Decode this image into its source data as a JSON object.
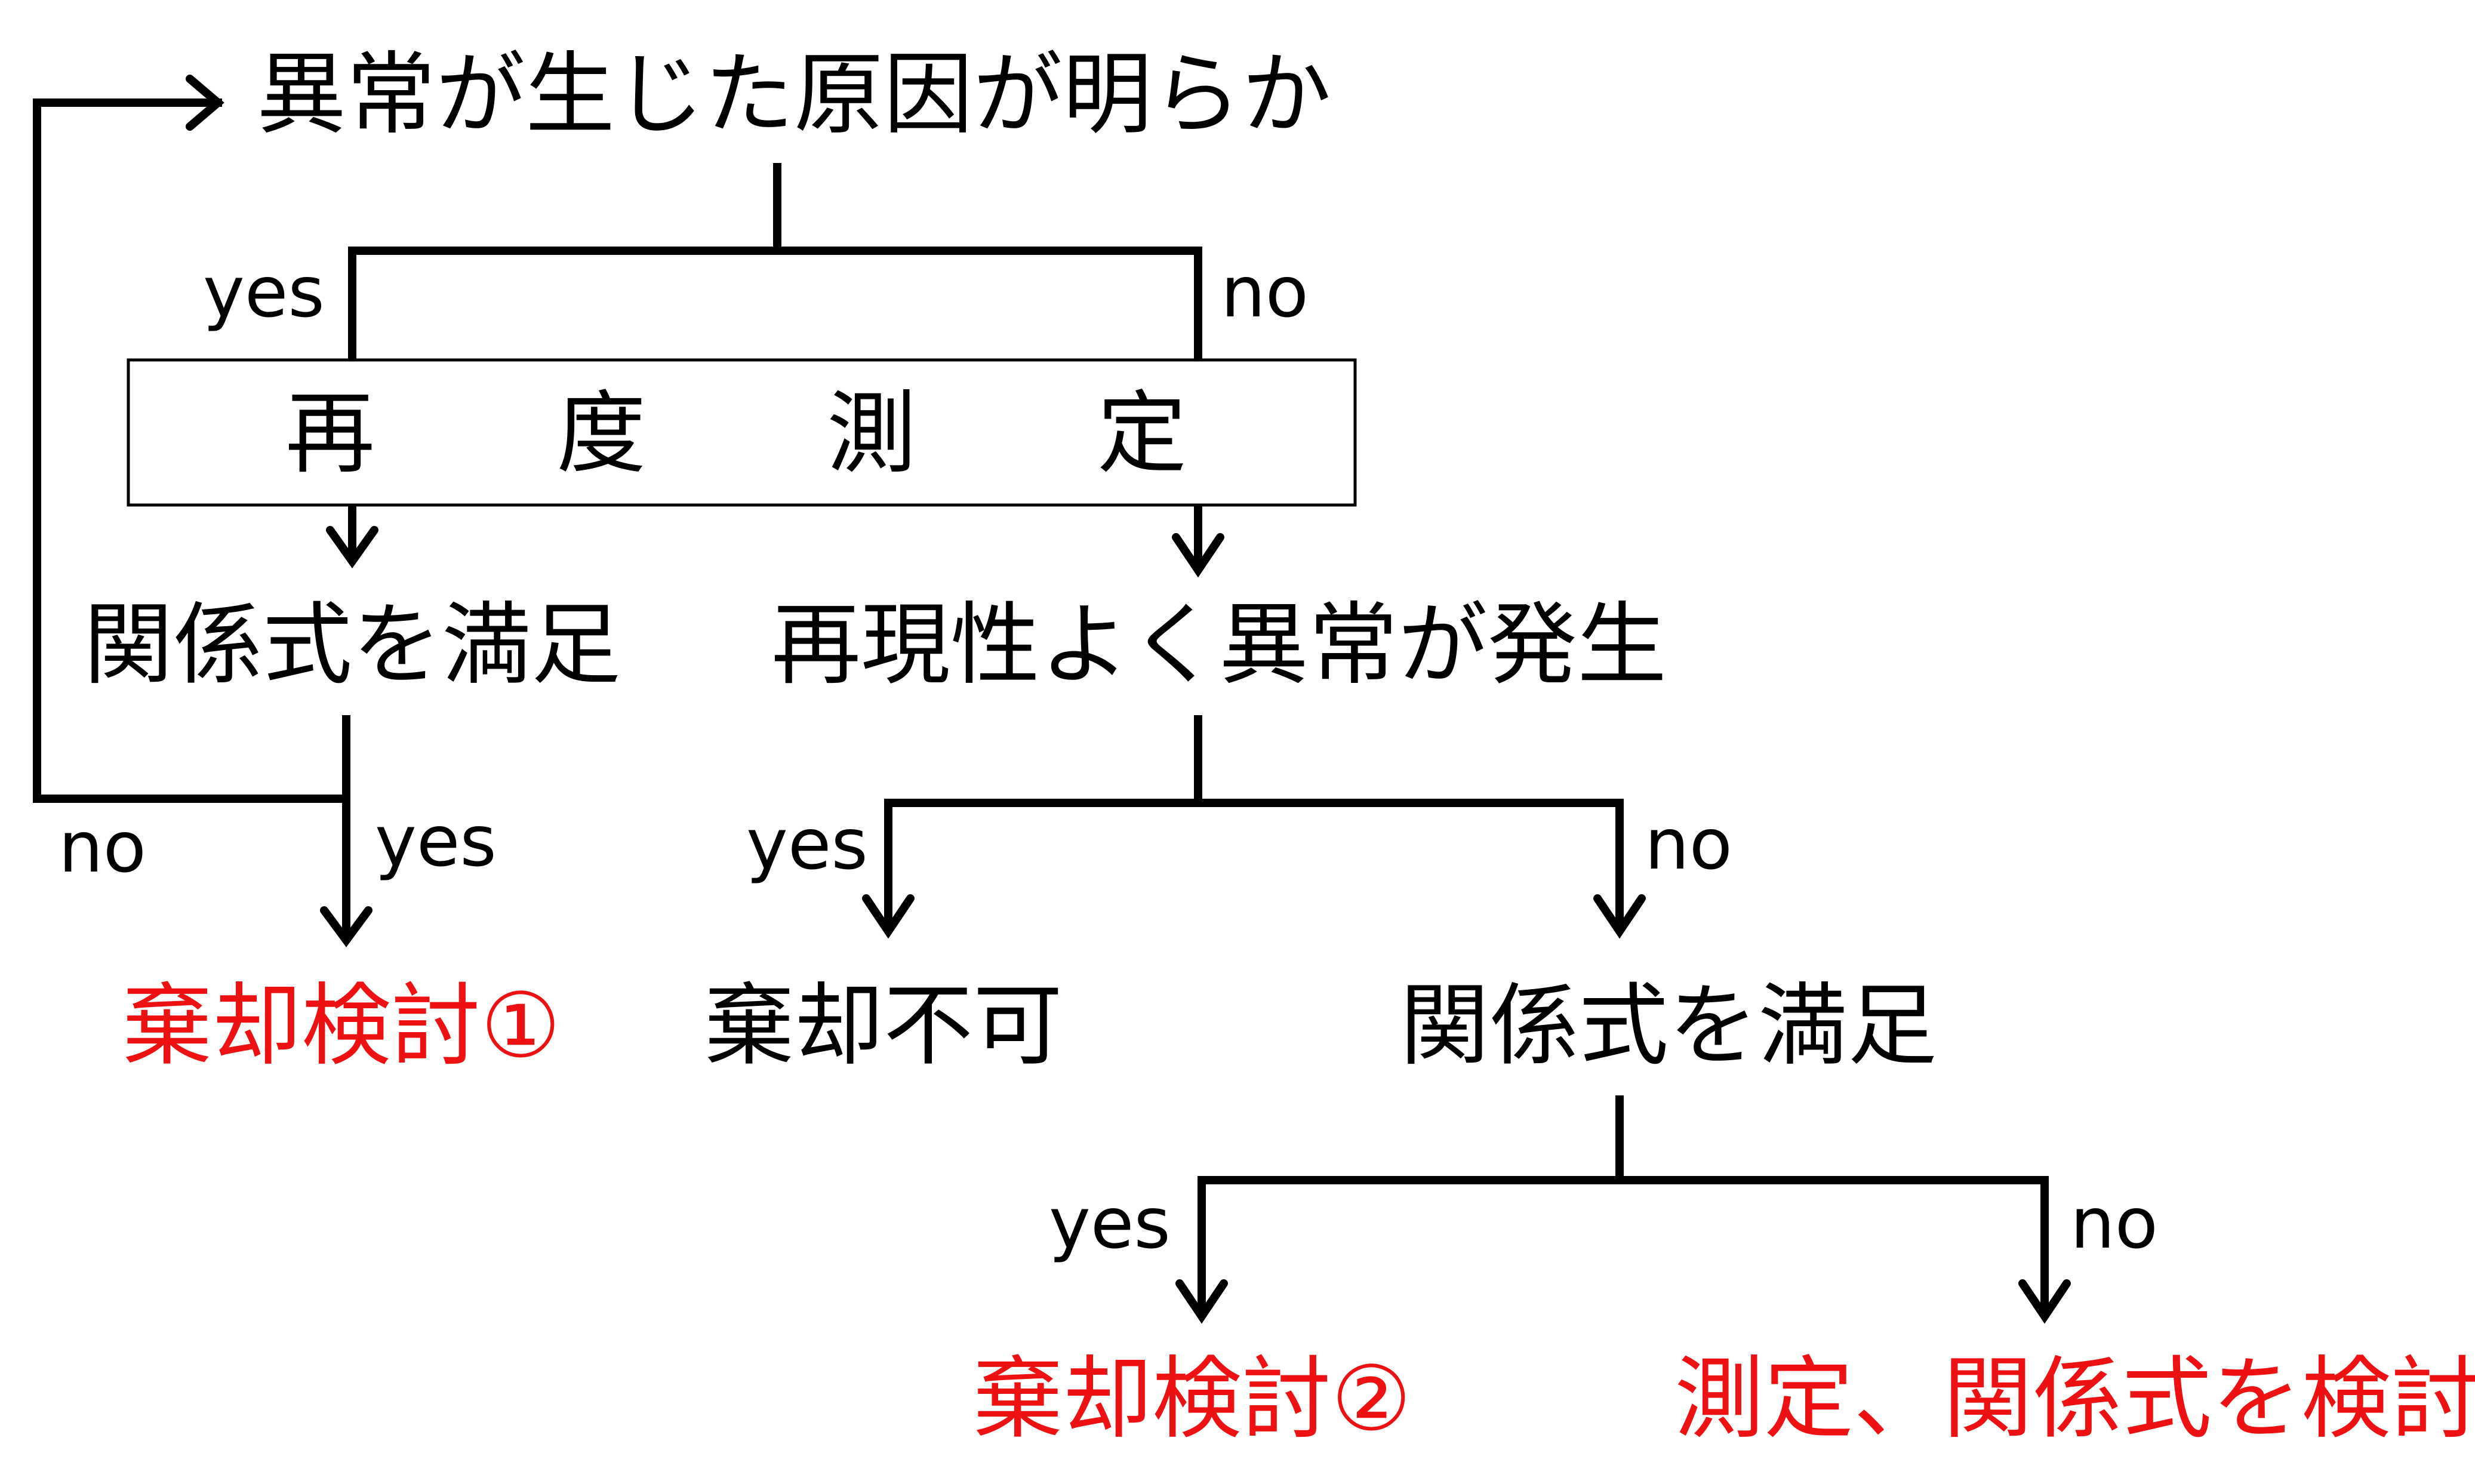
{
  "colors": {
    "line": "#000000",
    "text": "#000000",
    "highlight": "#ee1111",
    "box_fill": "#ffffff"
  },
  "nodes": {
    "top_question": "異常が生じた原因が明らか",
    "remeasure_box": [
      "再",
      "度",
      "測",
      "定"
    ],
    "left_condition": "関係式を満足",
    "right_condition": "再現性よく異常が発生",
    "discard_review_1": "棄却検討①",
    "discard_not_allowed": "棄却不可",
    "lower_condition": "関係式を満足",
    "discard_review_2": "棄却検討②",
    "review_measurement": "測定、関係式を検討"
  },
  "labels": {
    "top_yes": "yes",
    "top_no": "no",
    "left_no": "no",
    "left_yes": "yes",
    "mid_yes": "yes",
    "mid_no": "no",
    "lower_yes": "yes",
    "lower_no": "no"
  }
}
